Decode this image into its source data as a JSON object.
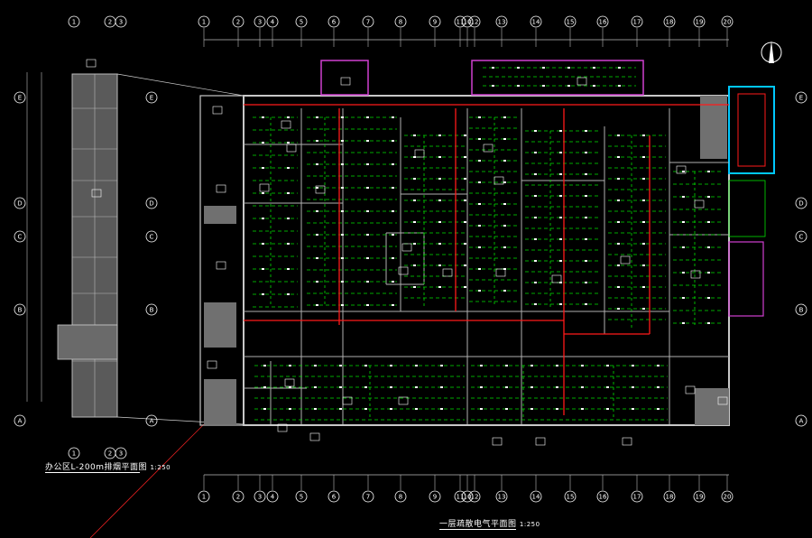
{
  "captions": {
    "left_plan": "办公区L-200m排烟平面图",
    "left_scale": "1:250",
    "main_plan": "一层疏散电气平面图",
    "main_scale": "1:250"
  },
  "grid": {
    "main_columns": [
      "1",
      "2",
      "3",
      "4",
      "5",
      "6",
      "7",
      "8",
      "9",
      "10",
      "11",
      "12",
      "13",
      "14",
      "15",
      "16",
      "17",
      "18",
      "19",
      "20"
    ],
    "left_columns": [
      "1",
      "2",
      "3"
    ],
    "right_rows": [
      "E",
      "D",
      "C",
      "B",
      "A"
    ],
    "left_rows": [
      "E",
      "D",
      "C",
      "B",
      "A"
    ]
  },
  "colors": {
    "background": "#000000",
    "wall": "#c8c8c8",
    "cable_green": "#00e000",
    "cable_red": "#ff1a1a",
    "fixture_white": "#ffffff",
    "accent_magenta": "#d040d0",
    "accent_cyan": "#00c8ff",
    "hatch_grey": "#7a7a7a"
  },
  "icons": {
    "north": "north-arrow-icon"
  }
}
